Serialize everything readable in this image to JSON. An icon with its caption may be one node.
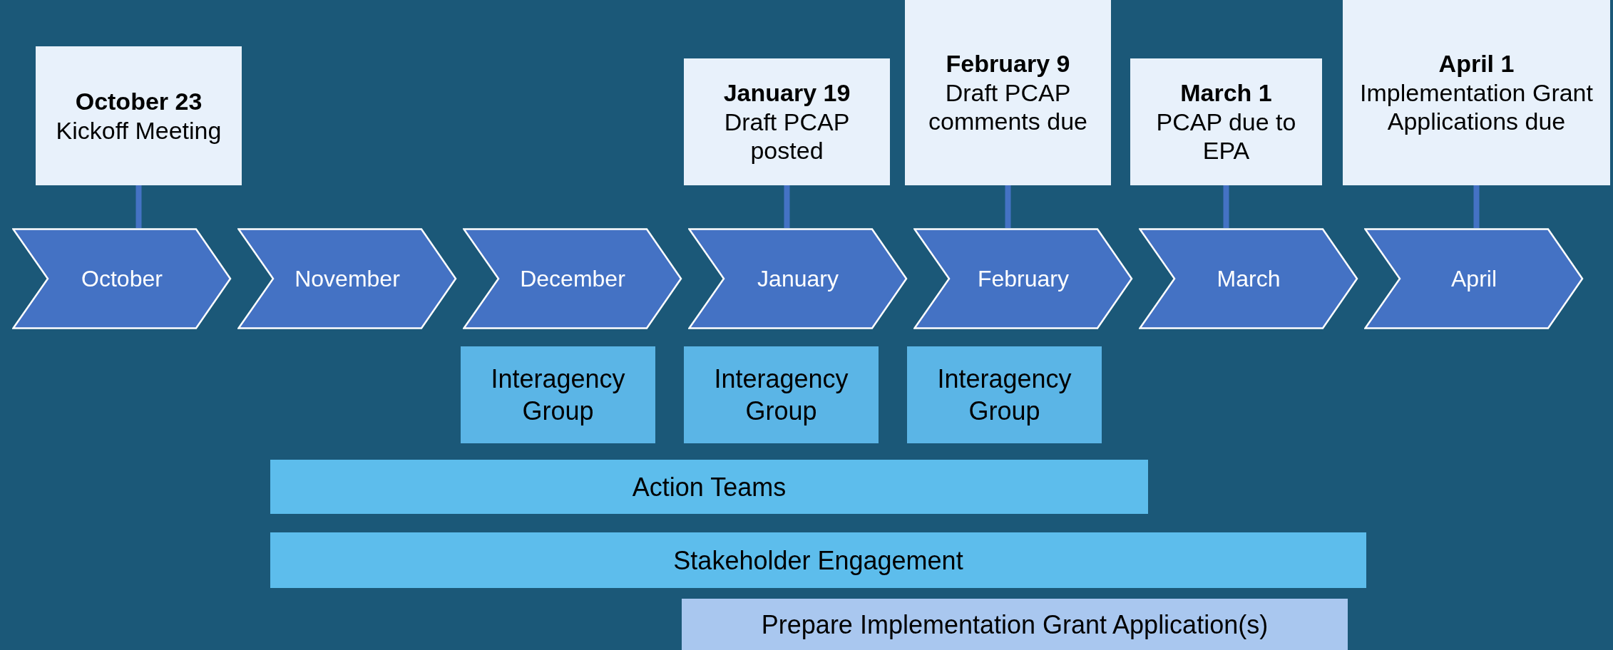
{
  "diagram": {
    "nodes": [
      {
        "text": [
          "October 23",
          "Kickoff Meeting"
        ]
      },
      {
        "text": [
          "January  19",
          "Draft PCAP posted"
        ]
      },
      {
        "text": [
          "February 9",
          "Draft PCAP comments due"
        ]
      },
      {
        "text": [
          "March 1",
          "PCAP due to EPA"
        ]
      },
      {
        "text": [
          "April 1",
          "Implementation Grant Applications due"
        ]
      },
      {
        "text": [
          "October"
        ]
      },
      {
        "text": [
          "November"
        ]
      },
      {
        "text": [
          "December"
        ]
      },
      {
        "text": [
          "January"
        ]
      },
      {
        "text": [
          "February"
        ]
      },
      {
        "text": [
          "March"
        ]
      },
      {
        "text": [
          "April"
        ]
      },
      {
        "text": [
          "Interagency Group"
        ]
      },
      {
        "text": [
          "Interagency Group"
        ]
      },
      {
        "text": [
          "Interagency Group"
        ]
      },
      {
        "text": [
          "Action Teams"
        ]
      },
      {
        "text": [
          "Stakeholder Engagement"
        ]
      },
      {
        "text": [
          "Prepare Implementation Grant Application(s)"
        ]
      }
    ],
    "edges": [
      {
        "from": 0,
        "to": 5,
        "arrow": "none"
      },
      {
        "from": 1,
        "to": 8,
        "arrow": "none"
      },
      {
        "from": 2,
        "to": 9,
        "arrow": "none"
      },
      {
        "from": 3,
        "to": 10,
        "arrow": "none"
      },
      {
        "from": 4,
        "to": 11,
        "arrow": "none"
      }
    ]
  }
}
